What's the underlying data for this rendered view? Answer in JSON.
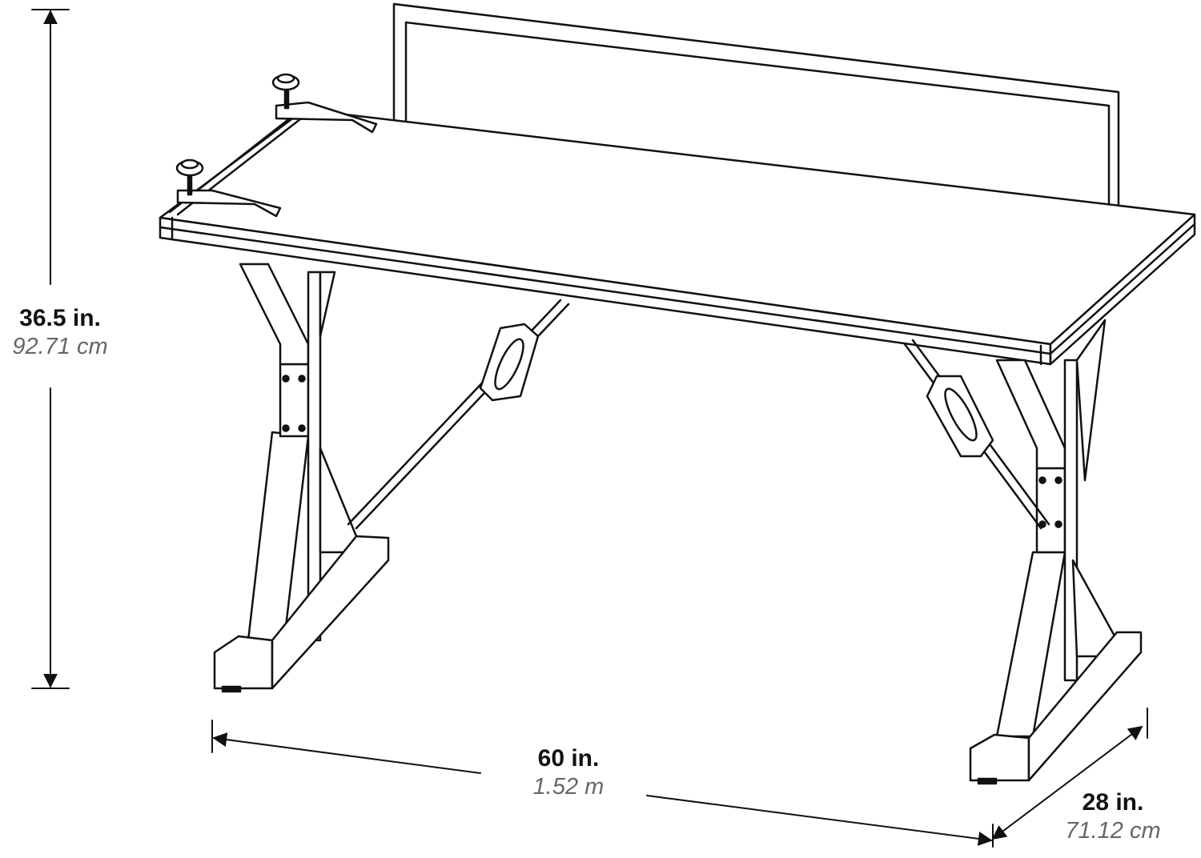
{
  "dimensions": {
    "height": {
      "imperial": "36.5 in.",
      "metric": "92.71 cm"
    },
    "width": {
      "imperial": "60 in.",
      "metric": "1.52 m"
    },
    "depth": {
      "imperial": "28 in.",
      "metric": "71.12 cm"
    }
  },
  "colors": {
    "line": "#111111",
    "metric_text": "#666666",
    "background": "#ffffff"
  }
}
